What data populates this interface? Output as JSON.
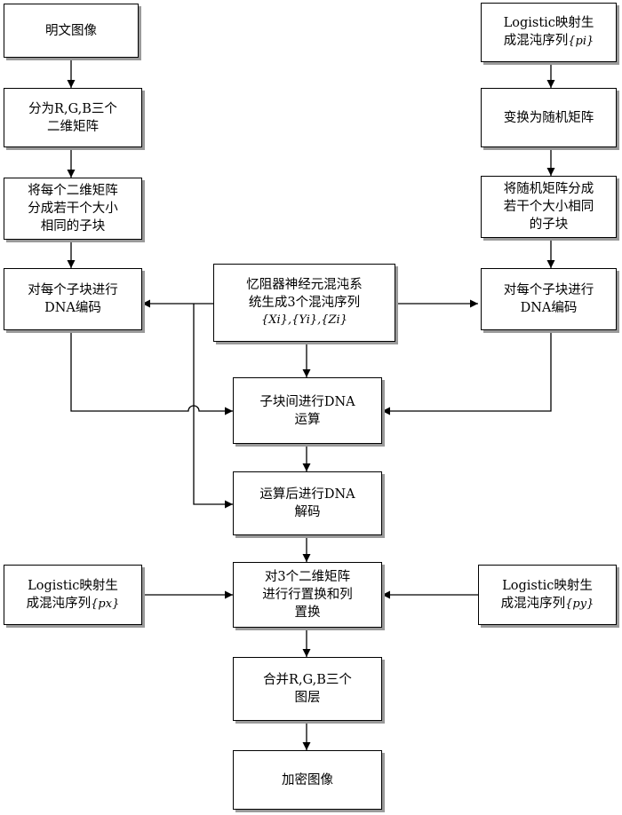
{
  "nodes": {
    "plain_image": {
      "lines": [
        "明文图像"
      ]
    },
    "split_rgb": {
      "lines": [
        "分为R,G,B三个",
        "二维矩阵"
      ]
    },
    "split_blocks_left": {
      "lines": [
        "将每个二维矩阵",
        "分成若干个大小",
        "相同的子块"
      ]
    },
    "dna_encode_left": {
      "lines": [
        "对每个子块进行",
        "DNA编码"
      ]
    },
    "logistic_pi": {
      "line1": "Logistic映射生",
      "line2_prefix": "成混沌序列",
      "seq": "{pi}"
    },
    "random_matrix": {
      "lines": [
        "变换为随机矩阵"
      ]
    },
    "split_blocks_right": {
      "lines": [
        "将随机矩阵分成",
        "若干个大小相同",
        "的子块"
      ]
    },
    "dna_encode_right": {
      "lines": [
        "对每个子块进行",
        "DNA编码"
      ]
    },
    "memristor": {
      "lines": [
        "忆阻器神经元混沌系",
        "统生成3个混沌序列"
      ],
      "seq": "{Xi},{Yi},{Zi}"
    },
    "dna_operation": {
      "lines": [
        "子块间进行DNA",
        "运算"
      ]
    },
    "dna_decode": {
      "lines": [
        "运算后进行DNA",
        "解码"
      ]
    },
    "permutation": {
      "lines": [
        "对3个二维矩阵",
        "进行行置换和列",
        "置换"
      ]
    },
    "logistic_px": {
      "line1": "Logistic映射生",
      "line2_prefix": "成混沌序列",
      "seq": "{px}"
    },
    "logistic_py": {
      "line1": "Logistic映射生",
      "line2_prefix": "成混沌序列",
      "seq": "{py}"
    },
    "merge_layers": {
      "lines": [
        "合并R,G,B三个",
        "图层"
      ]
    },
    "encrypted_image": {
      "lines": [
        "加密图像"
      ]
    }
  },
  "colors": {
    "line": "#000000",
    "shadow": "#9a9a9a",
    "box_fill": "#ffffff"
  }
}
